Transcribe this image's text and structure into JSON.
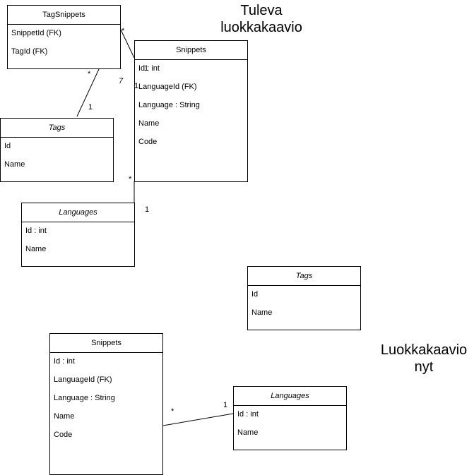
{
  "titles": {
    "future": [
      "Tuleva",
      "luokkakaavio"
    ],
    "current": [
      "Luokkakaavio",
      "nyt"
    ]
  },
  "future_diagram": {
    "tag_snippets": {
      "name": "TagSnippets",
      "attrs": [
        "SnippetId (FK)",
        "TagId (FK)"
      ]
    },
    "snippets": {
      "name": "Snippets",
      "attrs": [
        "Id : int",
        "LanguageId (FK)",
        "Language : String",
        "Name",
        "Code"
      ]
    },
    "tags": {
      "name": "Tags",
      "attrs": [
        "Id",
        "Name"
      ]
    },
    "languages": {
      "name": "Languages",
      "attrs": [
        "Id : int",
        "Name"
      ]
    },
    "multiplicities": {
      "ts_snippets_near_ts": "*",
      "ts_snippets_near_snippets": "1",
      "ts_tags_near_ts": "*",
      "ts_tags_near_tags": "1",
      "snip_lang_near_snippets": "*",
      "snip_lang_near_lang": "1",
      "stray_mark": "7",
      "overlap_mark": "1"
    }
  },
  "current_diagram": {
    "tags": {
      "name": "Tags",
      "attrs": [
        "Id",
        "Name"
      ]
    },
    "snippets": {
      "name": "Snippets",
      "attrs": [
        "Id : int",
        "LanguageId (FK)",
        "Language : String",
        "Name",
        "Code"
      ]
    },
    "languages": {
      "name": "Languages",
      "attrs": [
        "Id : int",
        "Name"
      ]
    },
    "multiplicities": {
      "near_snippets": "*",
      "near_languages": "1"
    }
  }
}
